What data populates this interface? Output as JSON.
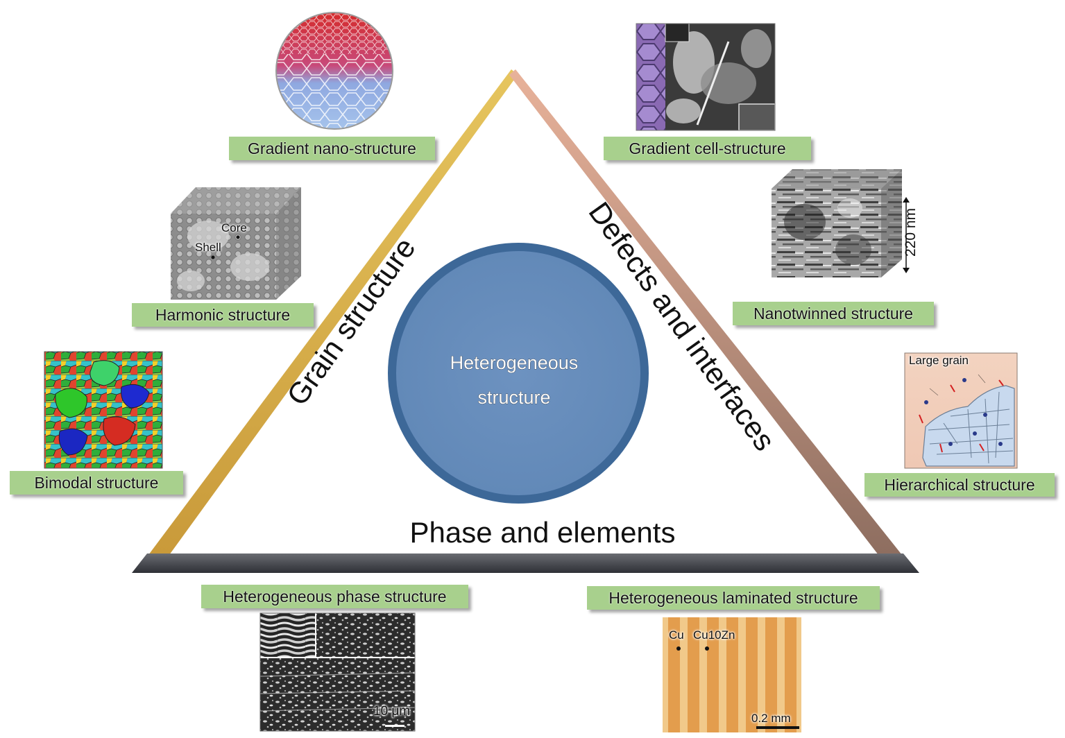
{
  "center": {
    "line1": "Heterogeneous",
    "line2": "structure",
    "circle_fill": "#6a8fbd",
    "circle_border": "#3c6594"
  },
  "sides": {
    "left": "Grain structure",
    "right": "Defects and interfaces",
    "bottom": "Phase and elements",
    "left_color": "#d4b04c",
    "right_color": "#c9a08a",
    "base_color": "#4d4f55"
  },
  "labels": {
    "gradient_nano": "Gradient nano-structure",
    "gradient_cell": "Gradient cell-structure",
    "harmonic": "Harmonic structure",
    "nanotwinned": "Nanotwinned structure",
    "bimodal": "Bimodal structure",
    "hierarchical": "Hierarchical structure",
    "hetero_phase": "Heterogeneous phase structure",
    "hetero_laminated": "Heterogeneous laminated structure",
    "label_bg": "#a8d08d"
  },
  "annotations": {
    "core": "Core",
    "shell": "Shell",
    "scale_220nm": "220 nm",
    "large_grain": "Large grain",
    "scale_10um": "10 μm",
    "cu": "Cu",
    "cu10zn": "Cu10Zn",
    "scale_02mm": "0.2 mm"
  }
}
